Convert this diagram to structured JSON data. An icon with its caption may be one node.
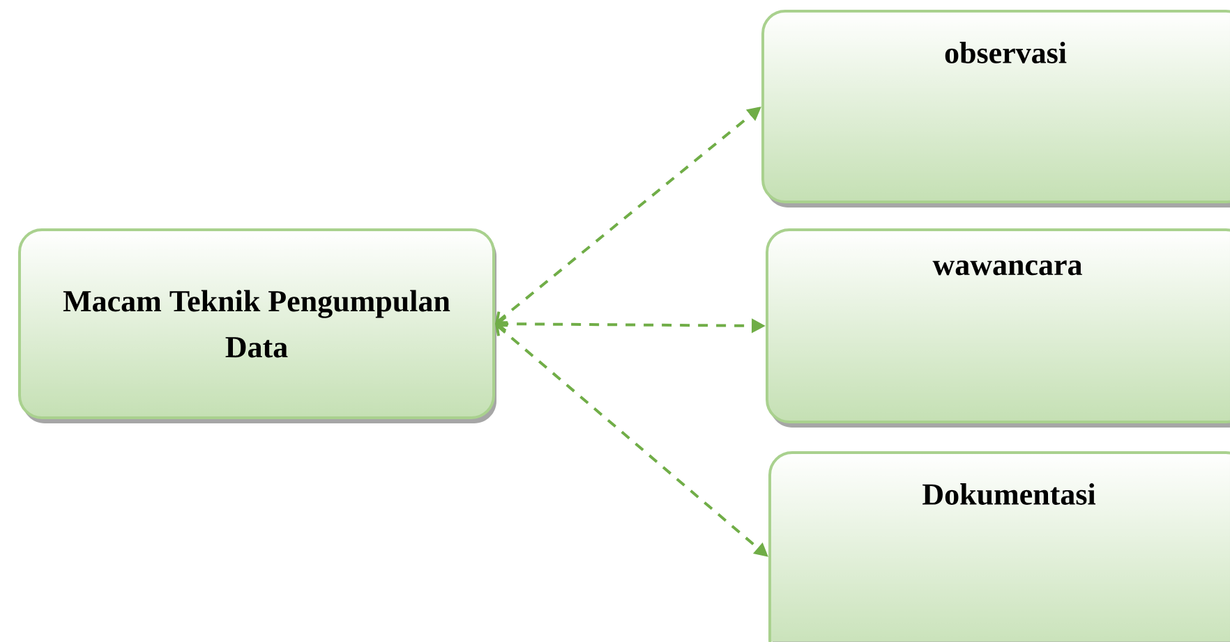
{
  "diagram": {
    "nodes": [
      {
        "text": [
          "Macam Teknik Pengumpulan Data"
        ]
      },
      {
        "text": [
          "observasi"
        ]
      },
      {
        "text": [
          "wawancara"
        ]
      },
      {
        "text": [
          "Dokumentasi"
        ]
      }
    ],
    "edges": [
      {
        "from": 0,
        "to": 1,
        "arrow": "both",
        "style": "dashed"
      },
      {
        "from": 0,
        "to": 2,
        "arrow": "both",
        "style": "dashed"
      },
      {
        "from": 0,
        "to": 3,
        "arrow": "both",
        "style": "dashed"
      }
    ]
  }
}
